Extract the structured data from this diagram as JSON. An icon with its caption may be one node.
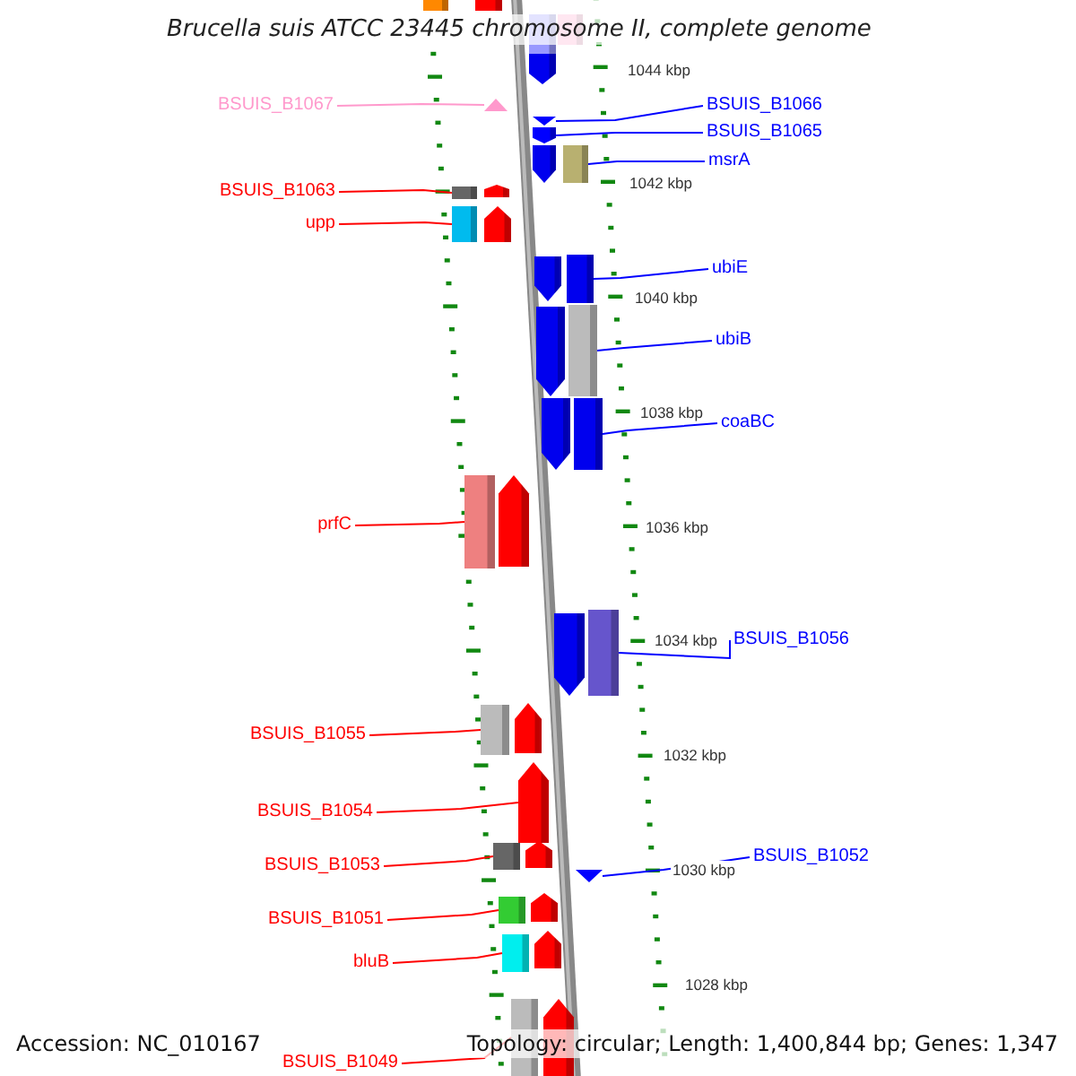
{
  "diagram": {
    "title": "Brucella suis ATCC 23445 chromosome II, complete genome",
    "nodes": [
      {
        "text": [
          "BSUIS_B1067"
        ]
      },
      {
        "text": [
          "BSUIS_B1066"
        ]
      },
      {
        "text": [
          "BSUIS_B1065"
        ]
      },
      {
        "text": [
          "msrA"
        ]
      },
      {
        "text": [
          "BSUIS_B1063"
        ]
      },
      {
        "text": [
          "upp"
        ]
      },
      {
        "text": [
          "ubiE"
        ]
      },
      {
        "text": [
          "ubiB"
        ]
      },
      {
        "text": [
          "coaBC"
        ]
      },
      {
        "text": [
          "prfC"
        ]
      },
      {
        "text": [
          "BSUIS_B1056"
        ]
      },
      {
        "text": [
          "BSUIS_B1055"
        ]
      },
      {
        "text": [
          "BSUIS_B1054"
        ]
      },
      {
        "text": [
          "BSUIS_B1052"
        ]
      },
      {
        "text": [
          "BSUIS_B1053"
        ]
      },
      {
        "text": [
          "BSUIS_B1051"
        ]
      },
      {
        "text": [
          "bluB"
        ]
      },
      {
        "text": [
          "BSUIS_B1049"
        ]
      },
      {
        "text": [],
        "shape": "triangle"
      },
      {
        "text": [],
        "shape": "triangle"
      },
      {
        "text": [],
        "shape": "arrow"
      },
      {
        "text": [],
        "shape": "box"
      },
      {
        "text": [],
        "shape": "box"
      },
      {
        "text": [],
        "shape": "box"
      },
      {
        "text": [],
        "shape": "box"
      },
      {
        "text": [],
        "shape": "box"
      },
      {
        "text": [],
        "shape": "box"
      },
      {
        "text": [],
        "shape": "box"
      },
      {
        "text": [],
        "shape": "box"
      },
      {
        "text": [],
        "shape": "box"
      },
      {
        "text": [],
        "shape": "arrow"
      },
      {
        "text": [],
        "shape": "triangle"
      },
      {
        "text": [],
        "shape": "box"
      },
      {
        "text": [],
        "shape": "box"
      },
      {
        "text": [],
        "shape": "box"
      },
      {
        "text": [],
        "shape": "box"
      },
      {
        "text": [],
        "shape": "box"
      },
      {
        "text": [],
        "shape": "box"
      },
      {
        "text": [],
        "shape": "box"
      },
      {
        "text": [],
        "shape": "box"
      },
      {
        "text": [],
        "shape": "arrow"
      },
      {
        "text": [],
        "shape": "arrow"
      },
      {
        "text": [],
        "shape": "arrow"
      },
      {
        "text": [],
        "shape": "arrow"
      },
      {
        "text": [],
        "shape": "arrow"
      },
      {
        "text": [],
        "shape": "arrow"
      },
      {
        "text": [],
        "shape": "arrow"
      },
      {
        "text": [],
        "shape": "arrow"
      },
      {
        "text": [],
        "shape": "arrow"
      },
      {
        "text": [],
        "shape": "arrow"
      },
      {
        "text": [],
        "shape": "arrow"
      },
      {
        "text": [],
        "shape": "arrow"
      },
      {
        "text": [],
        "shape": "arrow"
      },
      {
        "text": [],
        "shape": "arrow"
      }
    ],
    "edges": [
      {
        "from": 0,
        "to": 18,
        "arrow": "none",
        "color": "#ff99cc"
      },
      {
        "from": 1,
        "to": 19,
        "arrow": "none",
        "color": "#0000ff"
      },
      {
        "from": 2,
        "to": 20,
        "arrow": "none",
        "color": "#0000ff"
      },
      {
        "from": 3,
        "to": 21,
        "arrow": "none",
        "color": "#0000ff"
      },
      {
        "from": 4,
        "to": 22,
        "arrow": "none"
      },
      {
        "from": 5,
        "to": 23,
        "arrow": "none"
      },
      {
        "from": 6,
        "to": 24,
        "arrow": "none",
        "color": "#0000ff"
      },
      {
        "from": 7,
        "to": 25,
        "arrow": "none",
        "color": "#0000ff"
      },
      {
        "from": 8,
        "to": 26,
        "arrow": "none",
        "color": "#0000ff"
      },
      {
        "from": 9,
        "to": 27,
        "arrow": "none"
      },
      {
        "from": 10,
        "to": 28,
        "arrow": "none",
        "color": "#0000ff"
      },
      {
        "from": 11,
        "to": 29,
        "arrow": "none"
      },
      {
        "from": 12,
        "to": 30,
        "arrow": "none"
      },
      {
        "from": 13,
        "to": 31,
        "arrow": "none",
        "color": "#0000ff"
      },
      {
        "from": 14,
        "to": 32,
        "arrow": "none"
      },
      {
        "from": 15,
        "to": 33,
        "arrow": "none"
      },
      {
        "from": 16,
        "to": 34,
        "arrow": "none"
      },
      {
        "from": 17,
        "to": 35,
        "arrow": "none"
      }
    ],
    "labels": [
      "1044 kbp",
      "1042 kbp",
      "1040 kbp",
      "1038 kbp",
      "1036 kbp",
      "1034 kbp",
      "1032 kbp",
      "1030 kbp",
      "1028 kbp",
      "Accession: NC_010167",
      "Topology: circular; Length: 1,400,844 bp; Genes: 1,347"
    ]
  }
}
